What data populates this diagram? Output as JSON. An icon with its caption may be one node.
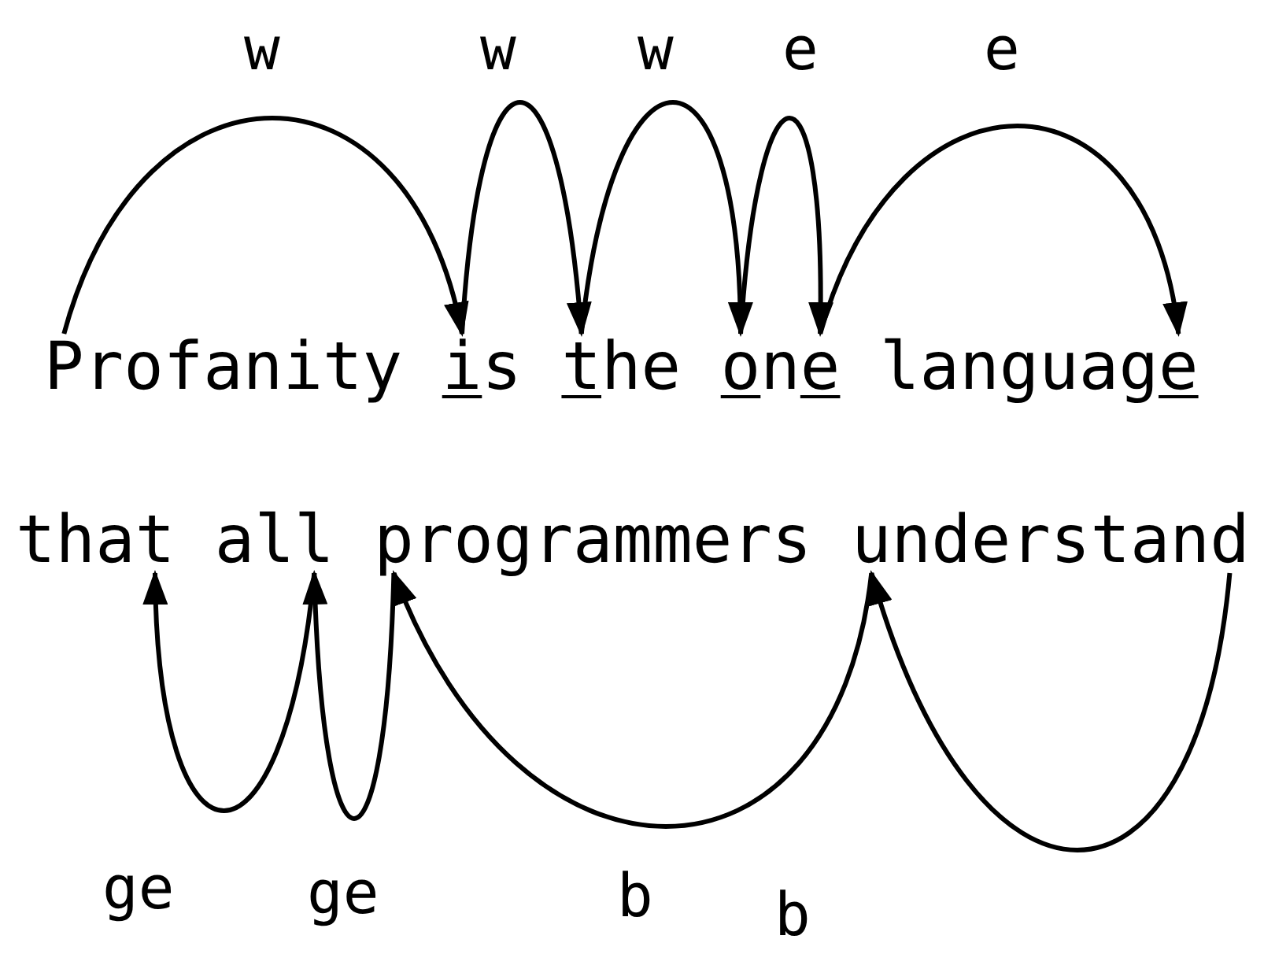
{
  "diagram": {
    "nodes": [
      {
        "text": [
          "P"
        ]
      },
      {
        "text": [
          "i"
        ]
      },
      {
        "text": [
          "t"
        ]
      },
      {
        "text": [
          "o"
        ]
      },
      {
        "text": [
          "e"
        ]
      },
      {
        "text": [
          "e"
        ]
      },
      {
        "text": [
          "t"
        ]
      },
      {
        "text": [
          "l"
        ]
      },
      {
        "text": [
          "p"
        ]
      },
      {
        "text": [
          "u"
        ]
      },
      {
        "text": [
          "d"
        ]
      }
    ],
    "edges": [
      {
        "from": 0,
        "to": 1,
        "arrow": "to",
        "label": "w"
      },
      {
        "from": 1,
        "to": 2,
        "arrow": "to",
        "label": "w"
      },
      {
        "from": 2,
        "to": 3,
        "arrow": "to",
        "label": "w"
      },
      {
        "from": 3,
        "to": 4,
        "arrow": "to",
        "label": "e"
      },
      {
        "from": 4,
        "to": 5,
        "arrow": "to",
        "label": "e"
      },
      {
        "from": 7,
        "to": 6,
        "arrow": "to",
        "label": "ge"
      },
      {
        "from": 8,
        "to": 7,
        "arrow": "to",
        "label": "ge"
      },
      {
        "from": 9,
        "to": 8,
        "arrow": "to",
        "label": "b"
      },
      {
        "from": 10,
        "to": 9,
        "arrow": "to",
        "label": "b"
      }
    ],
    "labels": [
      "rofanity",
      "s",
      "he",
      "n",
      "languag",
      "tha",
      "al",
      "rogrammers",
      "nderstan"
    ]
  }
}
